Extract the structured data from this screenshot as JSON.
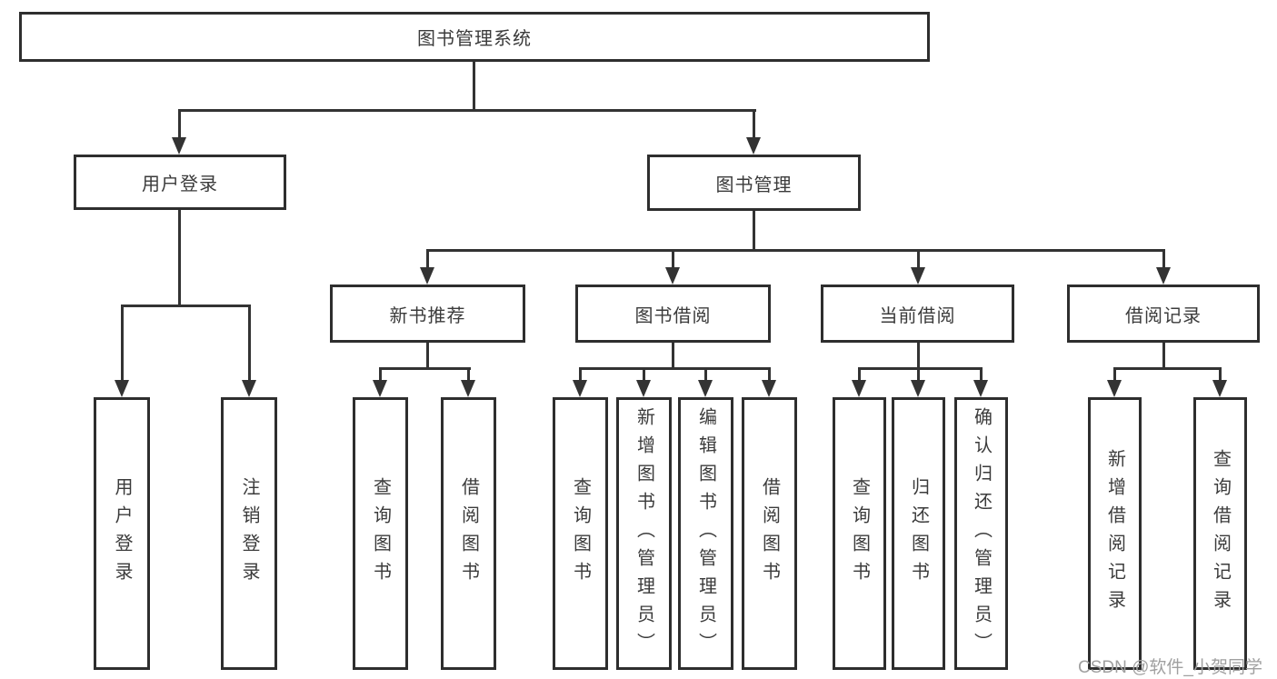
{
  "root": {
    "label": "图书管理系统"
  },
  "level2": [
    {
      "label": "用户登录"
    },
    {
      "label": "图书管理"
    }
  ],
  "level3": [
    {
      "label": "新书推荐"
    },
    {
      "label": "图书借阅"
    },
    {
      "label": "当前借阅"
    },
    {
      "label": "借阅记录"
    }
  ],
  "leaves": {
    "user_login": [
      {
        "label": "用户登录"
      },
      {
        "label": "注销登录"
      }
    ],
    "new_book_recommend": [
      {
        "label": "查询图书"
      },
      {
        "label": "借阅图书"
      }
    ],
    "book_borrow": [
      {
        "label": "查询图书"
      },
      {
        "label": "新增图书（管理员）"
      },
      {
        "label": "编辑图书（管理员）"
      },
      {
        "label": "借阅图书"
      }
    ],
    "current_borrow": [
      {
        "label": "查询图书"
      },
      {
        "label": "归还图书"
      },
      {
        "label": "确认归还（管理员）"
      }
    ],
    "borrow_records": [
      {
        "label": "新增借阅记录"
      },
      {
        "label": "查询借阅记录"
      }
    ]
  },
  "watermark": "CSDN @软件_小贺同学",
  "colors": {
    "line": "#333333",
    "box_border": "#2e2e2e",
    "text": "#3b3b3b",
    "watermark": "#a0a0a0",
    "background": "#ffffff"
  }
}
